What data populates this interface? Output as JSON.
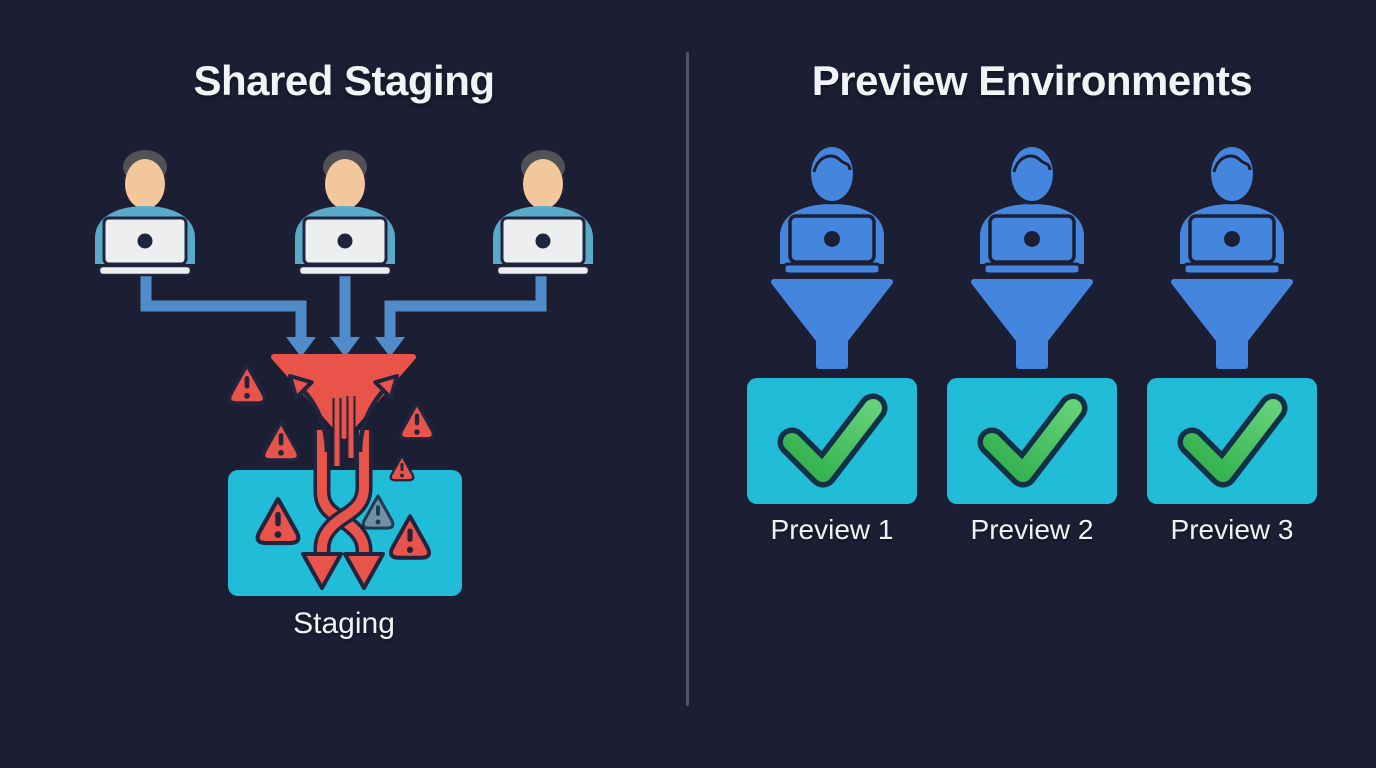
{
  "colors": {
    "background": "#1c1f33",
    "divider": "#4e546b",
    "title_text": "#f2f3f6",
    "left_arrow_blue": "#4f8cc9",
    "left_shirt_teal": "#5aabca",
    "skin_tone": "#f2c79c",
    "hair_gray": "#515156",
    "laptop_gray": "#eceef0",
    "chaos_red": "#e8544a",
    "env_cyan": "#21bdd8",
    "right_blue": "#4486de",
    "check_green": "#3fba58",
    "outline_dark": "#20243c"
  },
  "left_panel": {
    "title": "Shared Staging",
    "staging_label": "Staging",
    "developer_count": 3,
    "warning_triangle_count": 7,
    "icons": [
      "developer-with-laptop-icon",
      "merge-arrow-icon",
      "tangled-arrows-icon",
      "warning-triangle-icon",
      "staging-box"
    ]
  },
  "right_panel": {
    "title": "Preview Environments",
    "developer_count": 3,
    "icons": [
      "developer-with-laptop-icon",
      "funnel-icon",
      "checkmark-icon",
      "preview-box"
    ],
    "environments": [
      {
        "label": "Preview 1",
        "status": "check"
      },
      {
        "label": "Preview 2",
        "status": "check"
      },
      {
        "label": "Preview 3",
        "status": "check"
      }
    ]
  }
}
